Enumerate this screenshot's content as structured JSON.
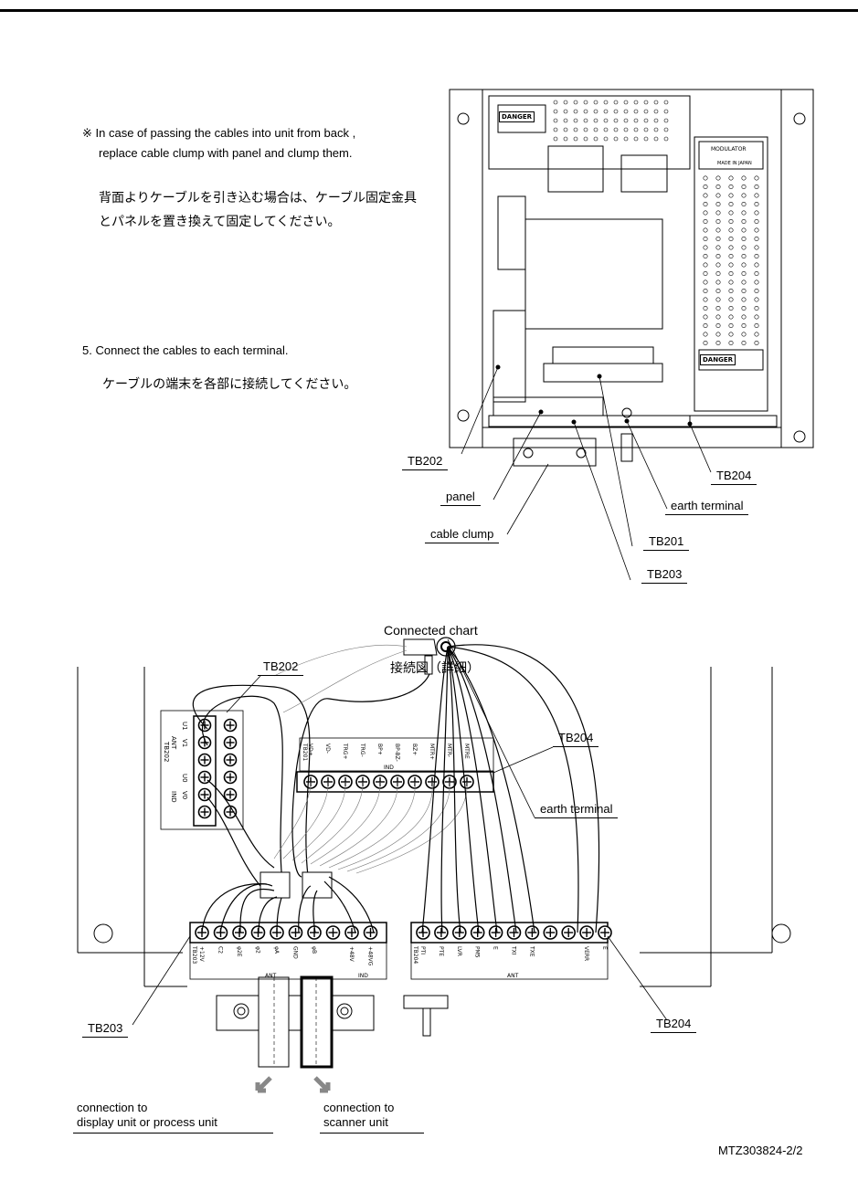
{
  "instructions": {
    "note_en_line1": "※ In case of passing the cables into unit from back ,",
    "note_en_line2": "replace cable clump with panel and clump them.",
    "note_jp_line1": "背面よりケーブルを引き込む場合は、ケーブル固定金具",
    "note_jp_line2": "とパネルを置き換えて固定してください。",
    "step5_en": "5. Connect  the cables to each terminal.",
    "step5_jp": "ケーブルの端末を各部に接続してください。"
  },
  "photo_labels": {
    "tb202": "TB202",
    "tb204": "TB204",
    "panel": "panel",
    "earth_terminal": "earth terminal",
    "cable_clump": "cable clump",
    "tb201": "TB201",
    "tb203": "TB203"
  },
  "photo_markings": {
    "danger_top": "DANGER",
    "danger_bottom": "DANGER",
    "modulator": "MODULATOR",
    "made_in_japan": "MADE IN JAPAN"
  },
  "chart": {
    "title_en": "Connected chart",
    "title_jp": "接続図（詳細）",
    "label_tb202": "TB202",
    "label_tb204_top": "TB204",
    "label_earth": "earth terminal",
    "label_tb203": "TB203",
    "label_tb204_bottom": "TB204"
  },
  "terminal_blocks": {
    "tb202": {
      "block_label": "TB202",
      "group_ant": "ANT",
      "group_ind": "IND",
      "pins": [
        "U1",
        "V1",
        "",
        "U0",
        "V0",
        ""
      ]
    },
    "tb201_ind": {
      "block_label": "TB201",
      "group": "IND",
      "pins": [
        "VD+",
        "VD-",
        "TRG+",
        "TRG-",
        "BP+",
        "BP-BZ-",
        "BZ+",
        "MTR+",
        "MTR-",
        "MTRE"
      ]
    },
    "tb203": {
      "block_label": "TB203",
      "group_ant": "ANT",
      "group_ind": "IND",
      "pins": [
        "+12V",
        "C2",
        "φ2E",
        "φ2",
        "φA",
        "GND",
        "φB",
        "",
        "+48V",
        "+48VG"
      ]
    },
    "tb204": {
      "block_label": "TB204",
      "group": "ANT",
      "pins": [
        "PTI",
        "PTE",
        "LVR",
        "PM5",
        "E",
        "TXI",
        "TXE",
        "",
        "",
        "VERR",
        "E"
      ]
    }
  },
  "connections": {
    "to_display_line1": "connection to",
    "to_display_line2": "display unit or process unit",
    "to_scanner_line1": "connection to",
    "to_scanner_line2": "scanner unit"
  },
  "footer": {
    "doc_number": "MTZ303824-2/2"
  }
}
